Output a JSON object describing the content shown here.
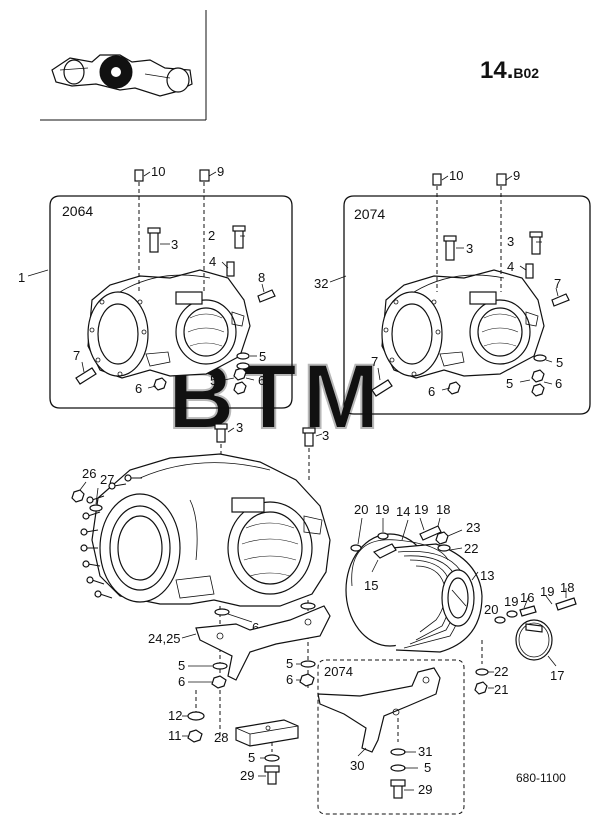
{
  "page_code": "14.",
  "page_code_suffix": "B02",
  "drawing_number": "680-1100",
  "watermark": "BTM",
  "variants": {
    "left": "2064",
    "right": "2074",
    "inset": "2074"
  },
  "callouts": {
    "c1": "1",
    "c32": "32",
    "c2": "2",
    "c3": "3",
    "c4": "4",
    "c5": "5",
    "c6": "6",
    "c7": "7",
    "c8": "8",
    "c9": "9",
    "c10": "10",
    "c11": "11",
    "c12": "12",
    "c13": "13",
    "c14": "14",
    "c15": "15",
    "c16": "16",
    "c17": "17",
    "c18": "18",
    "c19": "19",
    "c20": "20",
    "c21": "21",
    "c22": "22",
    "c23": "23",
    "c2425": "24,25",
    "c26": "26",
    "c27": "27",
    "c28": "28",
    "c29": "29",
    "c30": "30",
    "c31": "31"
  }
}
